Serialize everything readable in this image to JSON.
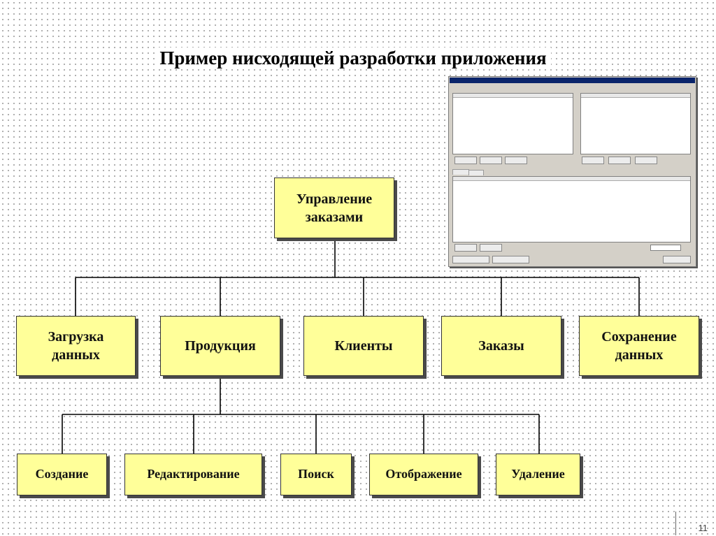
{
  "title": "Пример нисходящей разработки приложения",
  "root": {
    "label": "Управление заказами"
  },
  "level1": [
    {
      "id": "load",
      "label": "Загрузка данных"
    },
    {
      "id": "products",
      "label": "Продукция"
    },
    {
      "id": "clients",
      "label": "Клиенты"
    },
    {
      "id": "orders",
      "label": "Заказы"
    },
    {
      "id": "save",
      "label": "Сохранение данных"
    }
  ],
  "level2": [
    {
      "id": "create",
      "label": "Создание"
    },
    {
      "id": "edit",
      "label": "Редактирование"
    },
    {
      "id": "search",
      "label": "Поиск"
    },
    {
      "id": "display",
      "label": "Отображение"
    },
    {
      "id": "delete",
      "label": "Удаление"
    }
  ],
  "page_number": "11",
  "colors": {
    "box_fill": "#ffff99",
    "box_border": "#333333"
  }
}
